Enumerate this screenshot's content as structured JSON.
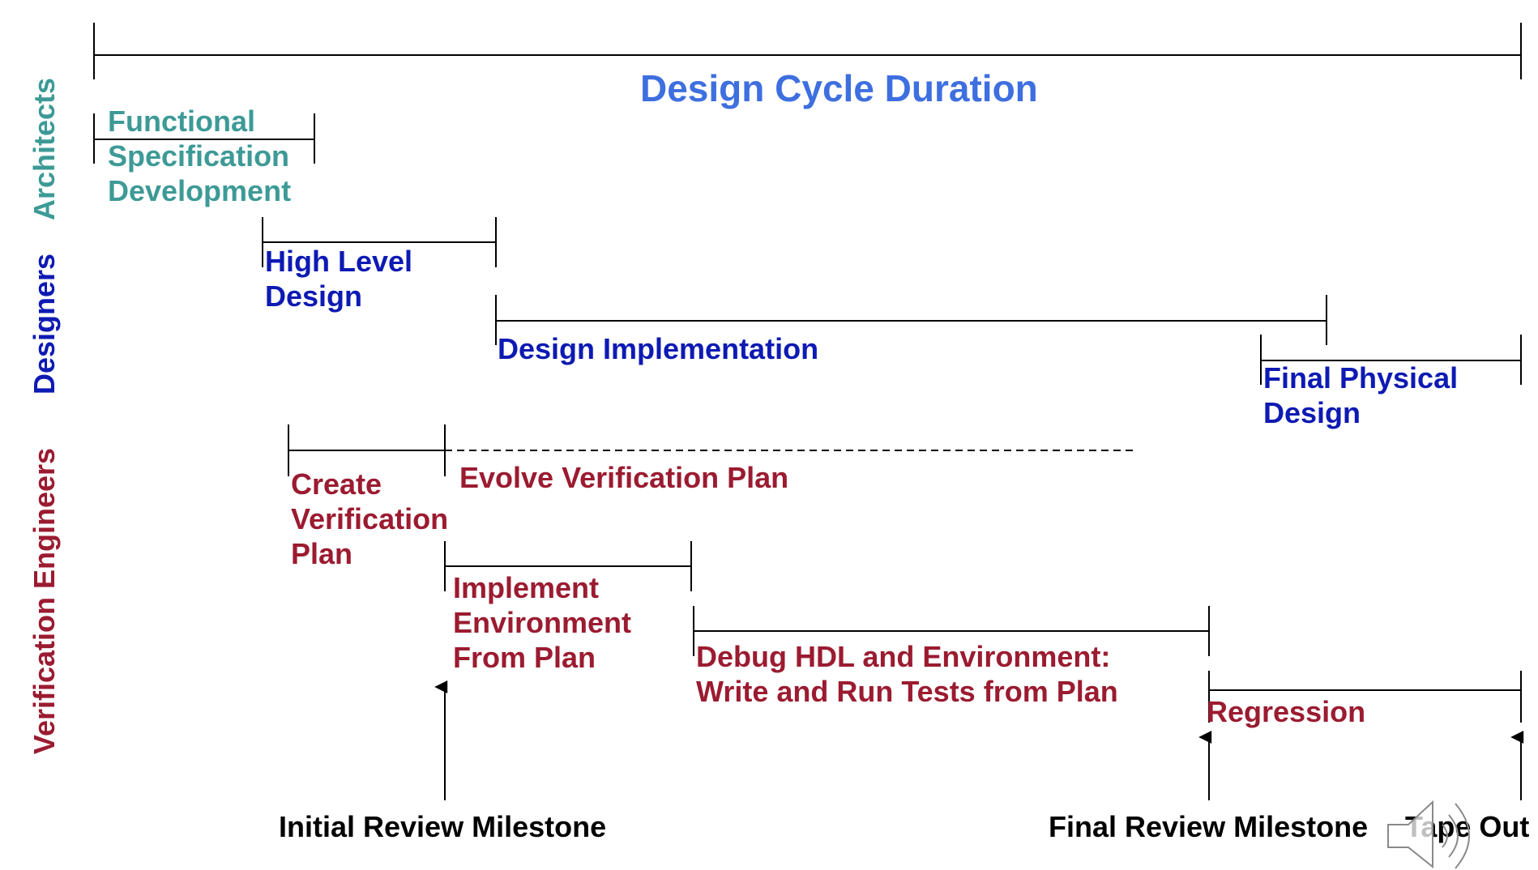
{
  "title": "Design Cycle Duration",
  "roles": {
    "architects": "Architects",
    "designers": "Designers",
    "verification": "Verification Engineers"
  },
  "tasks": {
    "functional_spec": "Functional\nSpecification\nDevelopment",
    "high_level_design": "High Level\nDesign",
    "design_implementation": "Design Implementation",
    "final_physical_design": "Final Physical\nDesign",
    "create_verification_plan": "Create\nVerification\nPlan",
    "evolve_verification_plan": "Evolve Verification Plan",
    "implement_environment": "Implement\nEnvironment\nFrom Plan",
    "debug_hdl": "Debug HDL and Environment:\nWrite and Run Tests from Plan",
    "regression": "Regression"
  },
  "milestones": {
    "initial_review": "Initial Review Milestone",
    "final_review": "Final Review Milestone",
    "tape_out": "Tape Out"
  },
  "colors": {
    "title": "#3e6fe0",
    "architects": "#3d9a96",
    "designers": "#0d1ab3",
    "verification": "#9b1b30",
    "lines": "#000000"
  },
  "icons": {
    "audio": "speaker-icon"
  }
}
